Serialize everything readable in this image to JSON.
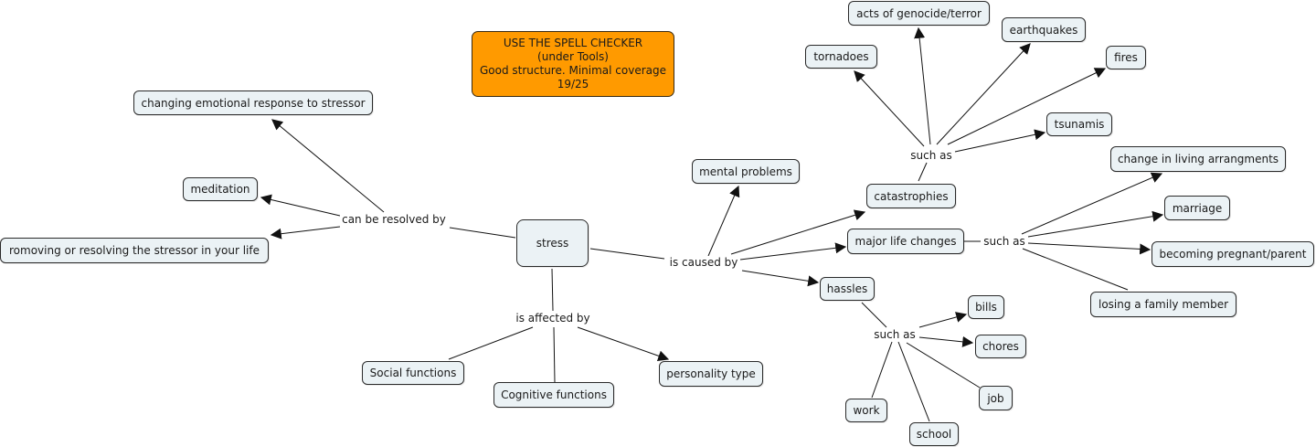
{
  "note": {
    "lines": [
      "USE THE SPELL CHECKER",
      "(under Tools)",
      "Good structure. Minimal coverage",
      "19/25"
    ],
    "color": "#ff9a00"
  },
  "colors": {
    "node_fill": "#ebf2f5",
    "node_border": "#2a2a2a",
    "line": "#111111"
  },
  "concepts": {
    "stress": "stress",
    "changing_emotional": "changing emotional response to stressor",
    "meditation": "meditation",
    "removing_stressor": "romoving or resolving the stressor in your life",
    "social": "Social functions",
    "cognitive": "Cognitive functions",
    "personality": "personality type",
    "mental_problems": "mental problems",
    "catastrophies": "catastrophies",
    "major_life_changes": "major life changes",
    "hassles": "hassles",
    "genocide": "acts of genocide/terror",
    "earthquakes": "earthquakes",
    "tornadoes": "tornadoes",
    "fires": "fires",
    "tsunamis": "tsunamis",
    "living_arrangements": "change in living arrangments",
    "marriage": "marriage",
    "pregnant": "becoming pregnant/parent",
    "losing_family": "losing a family member",
    "bills": "bills",
    "chores": "chores",
    "job": "job",
    "work": "work",
    "school": "school"
  },
  "linking_phrases": {
    "resolved": "can be resolved by",
    "affected": "is affected by",
    "caused": "is caused by",
    "such_as_catastrophies": "such as",
    "such_as_life_changes": "such as",
    "such_as_hassles": "such as"
  }
}
